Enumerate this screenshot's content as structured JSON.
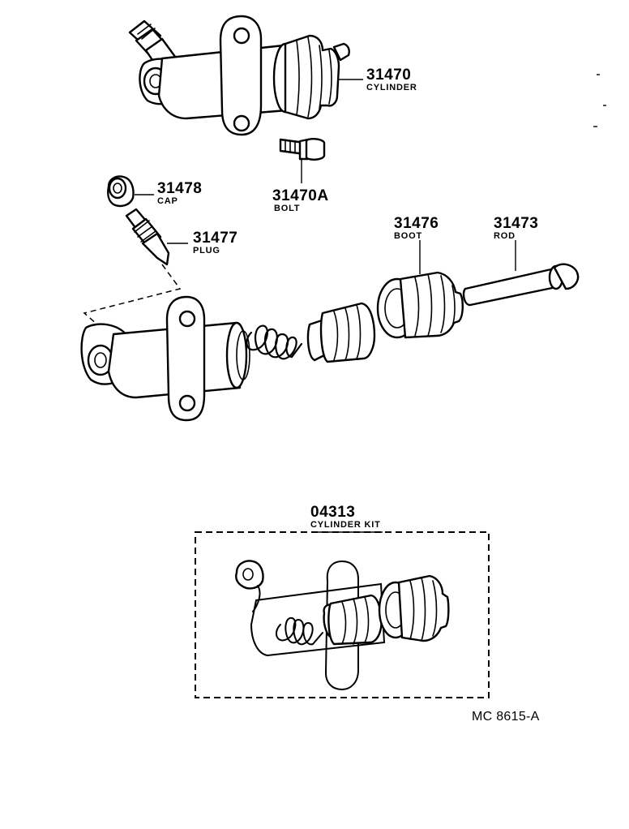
{
  "diagram_code": "MC 8615-A",
  "callouts": [
    {
      "id": "cylinder",
      "number": "31470",
      "name": "CYLINDER"
    },
    {
      "id": "bolt",
      "number": "31470A",
      "name": "BOLT"
    },
    {
      "id": "cap",
      "number": "31478",
      "name": "CAP"
    },
    {
      "id": "plug",
      "number": "31477",
      "name": "PLUG"
    },
    {
      "id": "boot",
      "number": "31476",
      "name": "BOOT"
    },
    {
      "id": "rod",
      "number": "31473",
      "name": "ROD"
    },
    {
      "id": "kit",
      "number": "04313",
      "name": "CYLINDER KIT"
    }
  ]
}
